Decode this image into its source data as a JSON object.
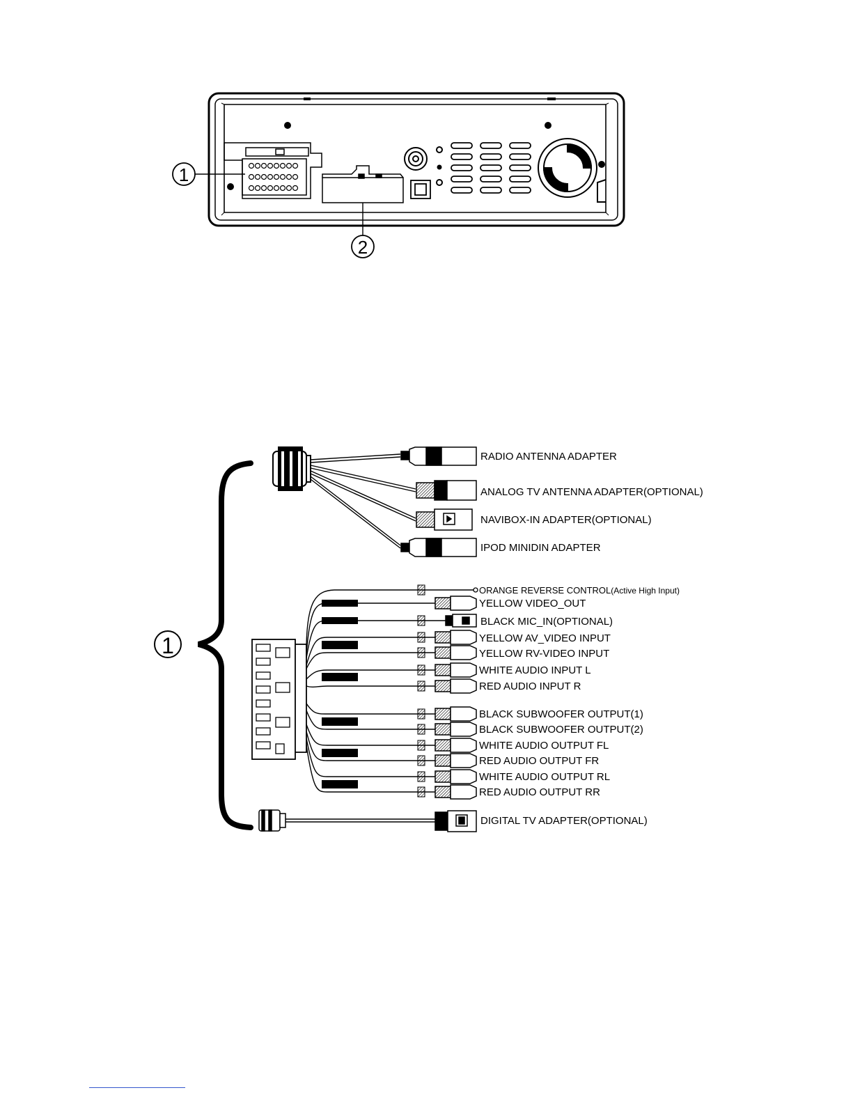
{
  "unit_callouts": {
    "connector_1": "1",
    "connector_2": "2"
  },
  "harness_callout": "1",
  "labels": {
    "radio_antenna": "RADIO  ANTENNA ADAPTER",
    "analog_tv": "ANALOG TV  ANTENNA ADAPTER(OPTIONAL)",
    "navibox": "NAVIBOX-IN  ADAPTER(OPTIONAL)",
    "ipod": "IPOD  MINIDIN  ADAPTER",
    "orange_reverse": "ORANGE  REVERSE  CONTROL",
    "orange_reverse_note": "(Active High Input)",
    "yellow_video_out": "YELLOW  VIDEO_OUT",
    "black_mic_in": "BLACK  MIC_IN(OPTIONAL)",
    "yellow_av_video": "YELLOW  AV_VIDEO INPUT",
    "yellow_rv_video": "YELLOW  RV-VIDEO  INPUT",
    "white_audio_in_l": "WHITE  AUDIO INPUT  L",
    "red_audio_in_r": "RED  AUDIO INPUT  R",
    "black_sub_1": "BLACK  SUBWOOFER  OUTPUT(1)",
    "black_sub_2": "BLACK  SUBWOOFER  OUTPUT(2)",
    "white_out_fl": "WHITE  AUDIO OUTPUT FL",
    "red_out_fr": "RED  AUDIO OUTPUT  FR",
    "white_out_rl": "WHITE AUDIO OUTPUT RL",
    "red_out_rr": "RED AUDIO OUTPUT RR",
    "digital_tv": "DIGITAL TV ADAPTER(OPTIONAL)"
  },
  "colors": {
    "ink": "#000000",
    "paper": "#ffffff",
    "footer_rule": "#3355cc"
  }
}
